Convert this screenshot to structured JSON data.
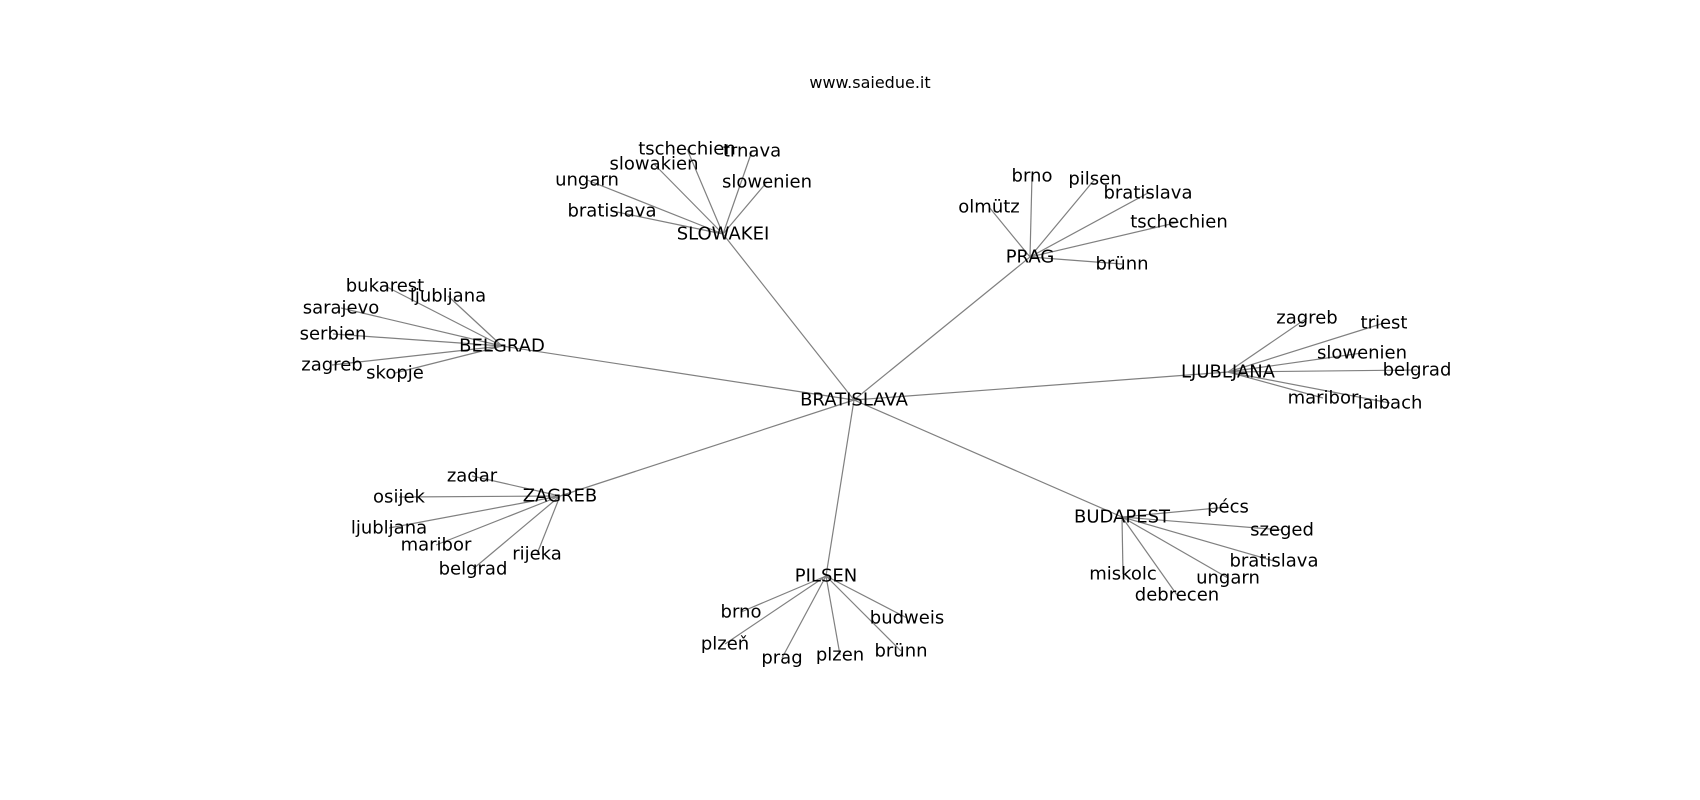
{
  "title": "www.saiedue.it",
  "root": "BRATISLAVA",
  "hubs": [
    {
      "name": "SLOWAKEI",
      "leaves": [
        "tschechien",
        "trnava",
        "slowakien",
        "ungarn",
        "slowenien",
        "bratislava"
      ]
    },
    {
      "name": "PRAG",
      "leaves": [
        "brno",
        "pilsen",
        "olmütz",
        "bratislava",
        "tschechien",
        "brünn"
      ]
    },
    {
      "name": "BELGRAD",
      "leaves": [
        "bukarest",
        "ljubljana",
        "sarajevo",
        "serbien",
        "zagreb",
        "skopje"
      ]
    },
    {
      "name": "LJUBLJANA",
      "leaves": [
        "zagreb",
        "triest",
        "slowenien",
        "belgrad",
        "maribor",
        "laibach"
      ]
    },
    {
      "name": "ZAGREB",
      "leaves": [
        "zadar",
        "osijek",
        "ljubljana",
        "maribor",
        "belgrad",
        "rijeka"
      ]
    },
    {
      "name": "BUDAPEST",
      "leaves": [
        "pécs",
        "szeged",
        "bratislava",
        "ungarn",
        "miskolc",
        "debrecen"
      ]
    },
    {
      "name": "PILSEN",
      "leaves": [
        "brno",
        "budweis",
        "plzeň",
        "prag",
        "plzen",
        "brünn"
      ]
    }
  ]
}
